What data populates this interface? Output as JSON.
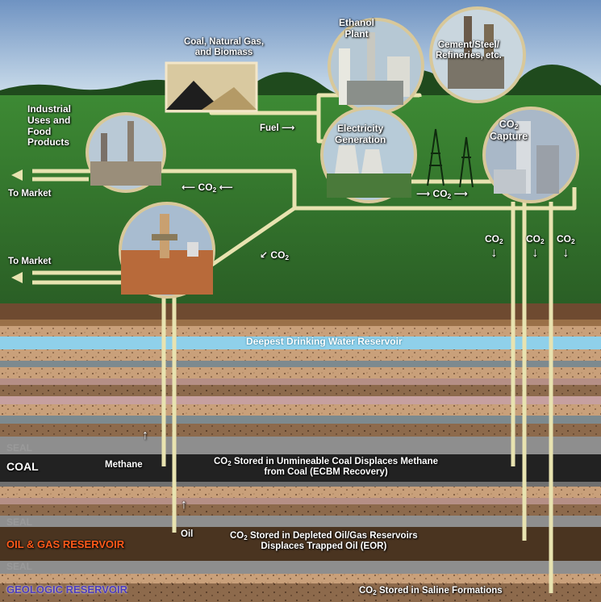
{
  "sources": {
    "coal_gas_biomass": "Coal, Natural Gas,\nand Biomass",
    "ethanol": "Ethanol\nPlant",
    "cement": "Cement/Steel/\nRefineries, etc.",
    "electricity": "Electricity\nGeneration",
    "capture_prefix": "CO",
    "capture_sub": "2",
    "capture_suffix": "Capture",
    "industrial": "Industrial\nUses and\nFood\nProducts",
    "fuel": "Fuel"
  },
  "flows": {
    "to_market_1": "To Market",
    "to_market_2": "To Market",
    "co2_prefix": "CO",
    "co2_sub": "2"
  },
  "strata": {
    "drinking_water": "Deepest Drinking Water Reservoir",
    "seal": "SEAL",
    "coal": "COAL",
    "oil_gas": "OIL & GAS RESERVOIR",
    "geologic": "GEOLOGIC RESERVOIR",
    "methane": "Methane",
    "oil": "Oil",
    "coal_store_a": "Stored in Unmineable Coal Displaces Methane",
    "coal_store_b": "from Coal (ECBM Recovery)",
    "oil_store_a": "Stored in Depleted Oil/Gas Reservoirs",
    "oil_store_b": "Displaces Trapped Oil (EOR)",
    "saline_store": "Stored in Saline Formations"
  },
  "colors": {
    "pipe": "#e8e3b0",
    "grass": "#2f6b2a",
    "sky": "#9dbcd9",
    "water": "#8fd0ea",
    "coal_band": "#222222",
    "oil_band": "#4a3420",
    "seal_text": "#9a9a9a",
    "oil_text": "#ff5a1a",
    "geologic_text": "#4b3bbd"
  }
}
